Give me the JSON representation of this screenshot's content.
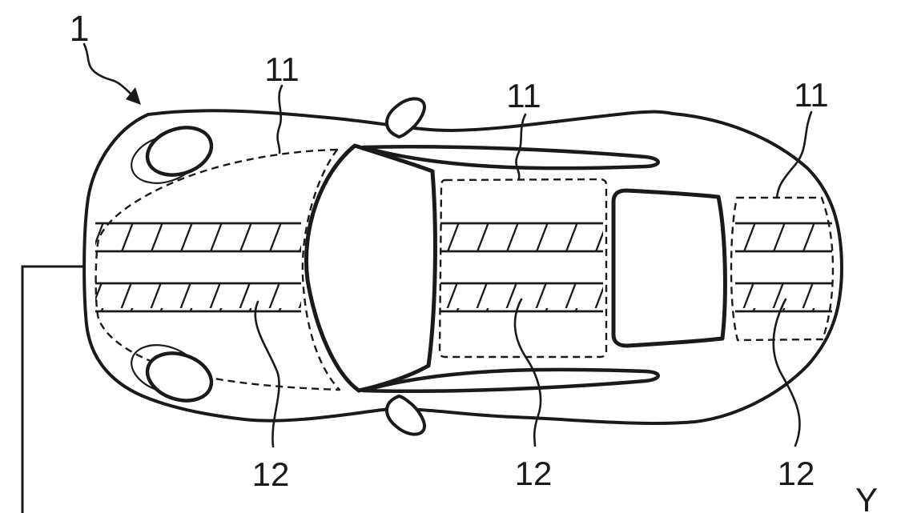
{
  "colors": {
    "background": "#ffffff",
    "ink": "#1a1a1a"
  },
  "labels": {
    "vehicle_ref": "1",
    "film_region_refs": [
      "11",
      "11",
      "11"
    ],
    "stripe_refs": [
      "12",
      "12",
      "12"
    ],
    "axis_ref": "Y"
  }
}
